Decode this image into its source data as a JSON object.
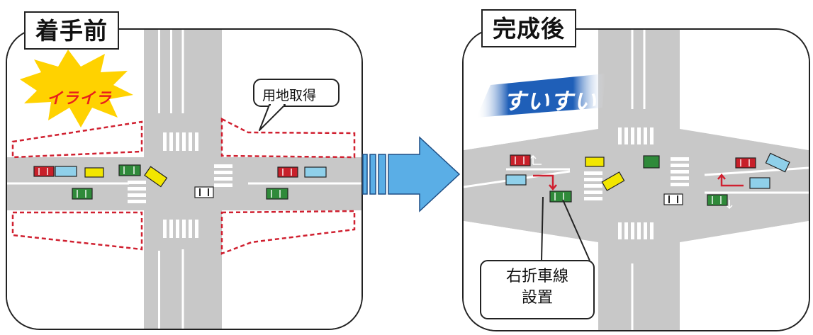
{
  "before": {
    "title": "着手前",
    "burst_label": "イライラ",
    "land_callout": "用地取得"
  },
  "after": {
    "title": "完成後",
    "banner_label": "すいすい",
    "callout_line1": "右折車線",
    "callout_line2": "設置"
  },
  "colors": {
    "road": "#c8c8c8",
    "burst": "#ffd200",
    "burst_text": "#e8201b",
    "arrow": "#5aaee6",
    "car_red": "#c8202a",
    "car_blue": "#8fd0ea",
    "car_yellow": "#f2e600",
    "car_green": "#2f8a3a",
    "car_white": "#ffffff",
    "dashed": "#d02030",
    "banner": "#1f5fb8"
  }
}
